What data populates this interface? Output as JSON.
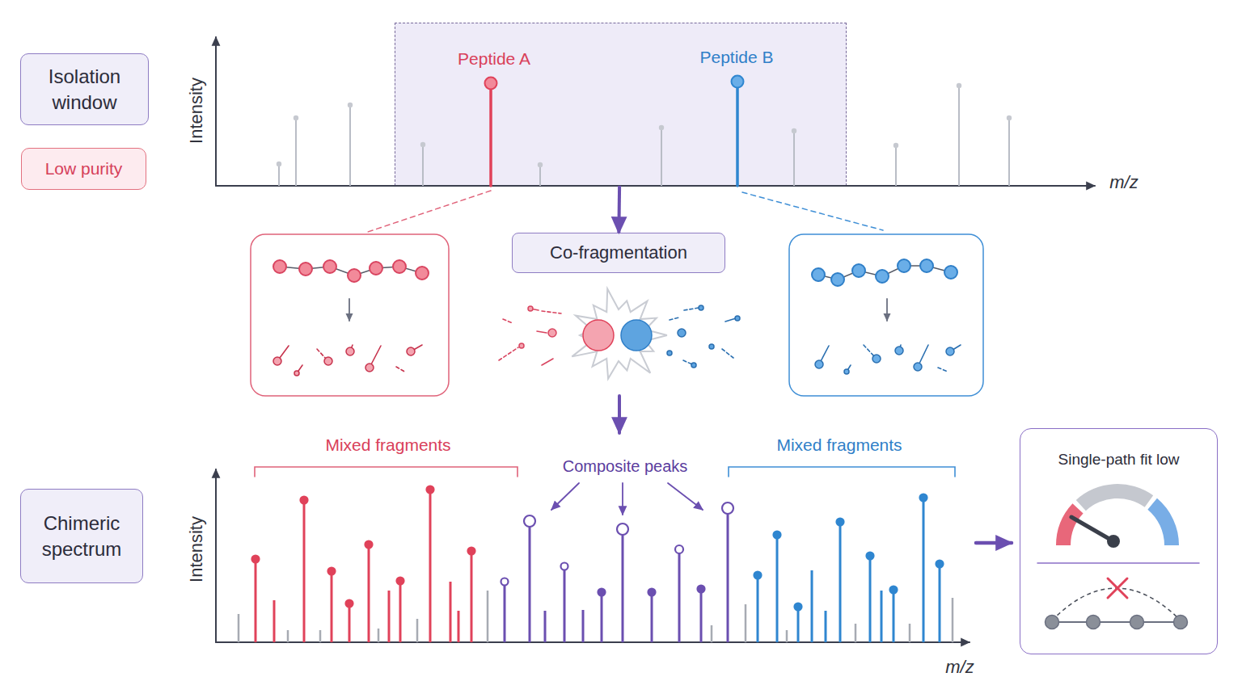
{
  "diagram": {
    "nodes": [
      {
        "text": [
          "Isolation window"
        ]
      },
      {
        "text": [
          "Low purity"
        ]
      },
      {
        "text": [
          "Peptide A",
          "Peptide B"
        ]
      },
      {
        "text": [
          "Co-fragmentation"
        ]
      },
      {
        "text": [
          "Chimeric spectrum"
        ]
      },
      {
        "text": [
          "Single-path fit low"
        ]
      }
    ],
    "edges": [
      {
        "from": 2,
        "to": 3,
        "arrow": "to"
      }
    ],
    "labels": [
      "Intensity",
      "m/z",
      "Mixed fragments",
      "Composite peaks",
      "Mixed fragments",
      "Intensity",
      "m/z"
    ]
  }
}
